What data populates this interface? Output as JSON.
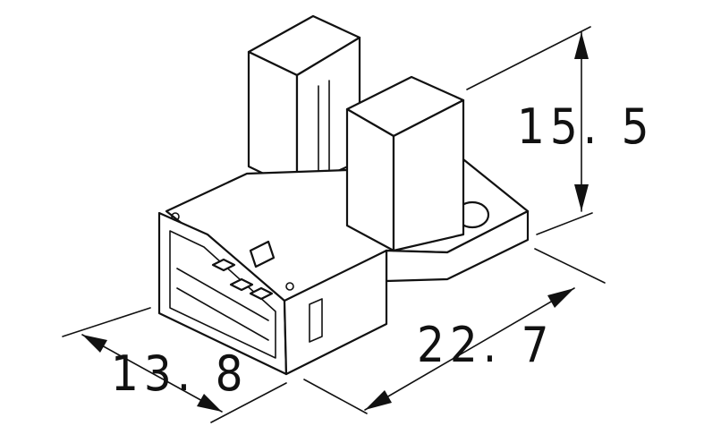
{
  "dimensions": {
    "height_label": "15. 5",
    "width_label": "22. 7",
    "depth_label": "13. 8"
  }
}
